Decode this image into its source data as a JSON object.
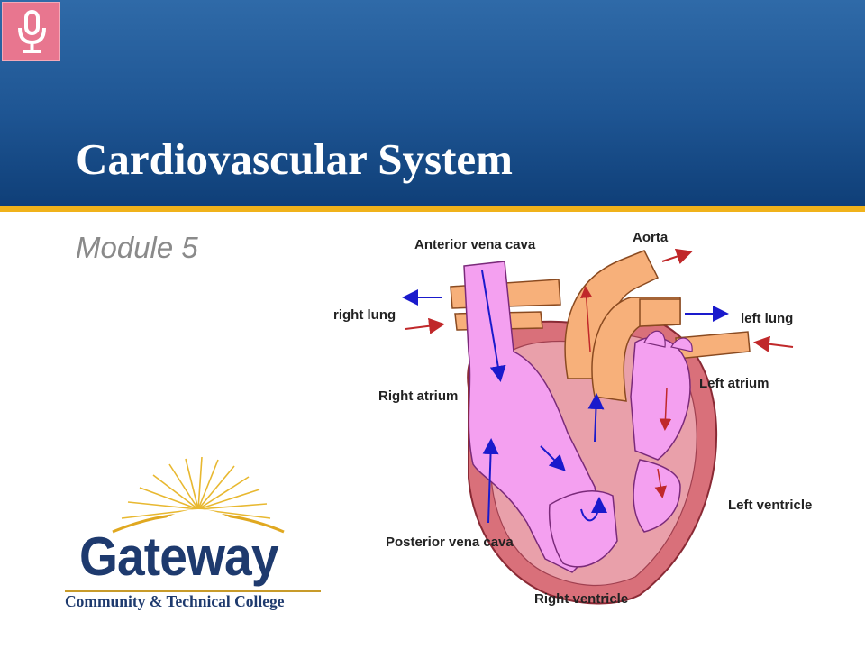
{
  "slide": {
    "title": "Cardiovascular System",
    "subtitle": "Module 5"
  },
  "audio_button": {
    "icon": "microphone-icon"
  },
  "diagram": {
    "labels": {
      "anterior_vena_cava": "Anterior vena cava",
      "aorta": "Aorta",
      "right_lung": "right lung",
      "left_lung": "left lung",
      "right_atrium": "Right atrium",
      "left_atrium": "Left atrium",
      "left_ventricle": "Left ventricle",
      "posterior_vena_cava": "Posterior vena cava",
      "right_ventricle": "Right ventricle"
    }
  },
  "logo": {
    "name": "Gateway",
    "subtitle": "Community & Technical College"
  },
  "colors": {
    "header_blue": "#1e5593",
    "accent_stripe": "#f0b21a",
    "vessel_orange": "#f7b07a",
    "chamber_pink": "#f4a0f0",
    "muscle": "#d9707a",
    "arrow_blue": "#1a1acc",
    "arrow_red": "#c0282a",
    "logo_navy": "#1e3a6e"
  }
}
